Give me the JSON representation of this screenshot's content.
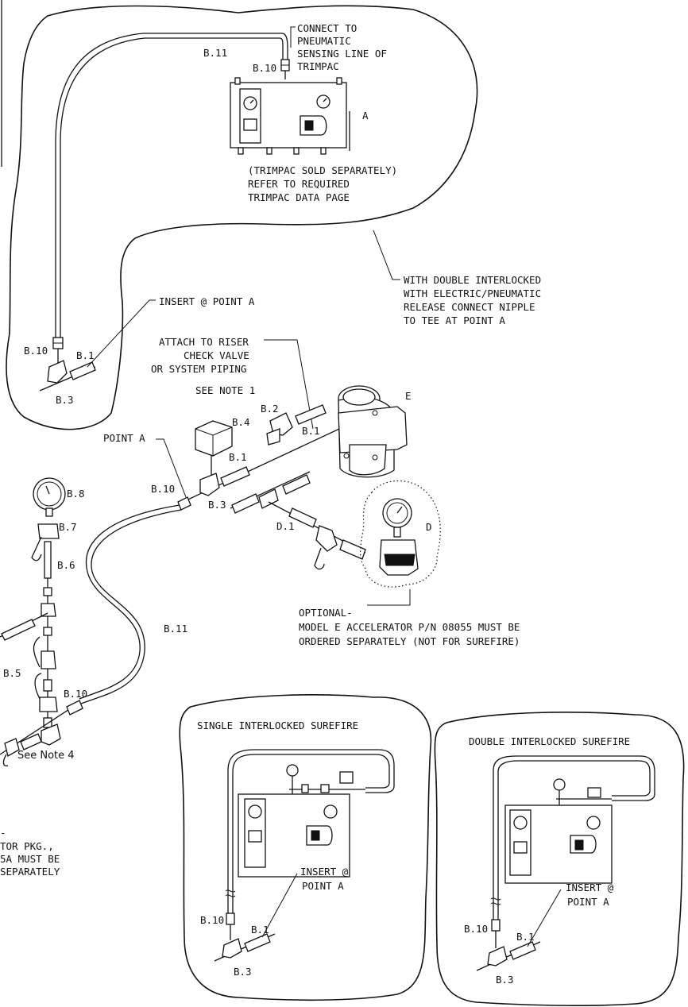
{
  "top_detail": {
    "connect_note": [
      "CONNECT TO",
      "PNEUMATIC",
      "SENSING LINE OF",
      "TRIMPAC"
    ],
    "trimpac_label": "A",
    "trimpac_note": [
      "(TRIMPAC SOLD SEPARATELY)",
      "REFER TO REQUIRED",
      "TRIMPAC DATA PAGE"
    ],
    "tube_label": "B.11",
    "upper_fitting_label": "B.10",
    "lower_fitting_label": "B.10",
    "nipple_label": "B.1",
    "tee_label": "B.3",
    "insert_note": "INSERT @ POINT A"
  },
  "interlock_note": [
    "WITH DOUBLE INTERLOCKED",
    "WITH ELECTRIC/PNEUMATIC",
    "RELEASE CONNECT NIPPLE",
    "TO TEE AT POINT A"
  ],
  "attach_note": [
    "ATTACH TO RISER",
    "CHECK VALVE",
    "OR SYSTEM PIPING",
    "SEE NOTE 1"
  ],
  "main_assembly": {
    "valve_label": "E",
    "point_a_label": "POINT A",
    "labels": {
      "b4": "B.4",
      "b2": "B.2",
      "b1_left": "B.1",
      "b1_right": "B.1",
      "b10": "B.10",
      "b3": "B.3",
      "d1": "D.1",
      "d": "D",
      "b11": "B.11"
    }
  },
  "accelerator_note": [
    "OPTIONAL-",
    "MODEL E ACCELERATOR P/N 08055 MUST BE",
    "ORDERED SEPARATELY (NOT FOR SUREFIRE)"
  ],
  "left_assembly": {
    "labels": {
      "b8": "B.8",
      "b7": "B.7",
      "b6": "B.6",
      "b5": "B.5",
      "b10": "B.10"
    },
    "see_note": "See Note 4",
    "partial_note": [
      "-",
      "TOR PKG.,",
      "5A MUST BE",
      " SEPARATELY"
    ]
  },
  "single_surefire": {
    "title": "SINGLE INTERLOCKED SUREFIRE",
    "insert_note": [
      "INSERT @",
      "POINT A"
    ],
    "b10": "B.10",
    "b1": "B.1",
    "b3": "B.3"
  },
  "double_surefire": {
    "title": "DOUBLE INTERLOCKED SUREFIRE",
    "insert_note": [
      "INSERT @",
      "POINT A"
    ],
    "b10": "B.10",
    "b1": "B.1",
    "b3": "B.3"
  }
}
